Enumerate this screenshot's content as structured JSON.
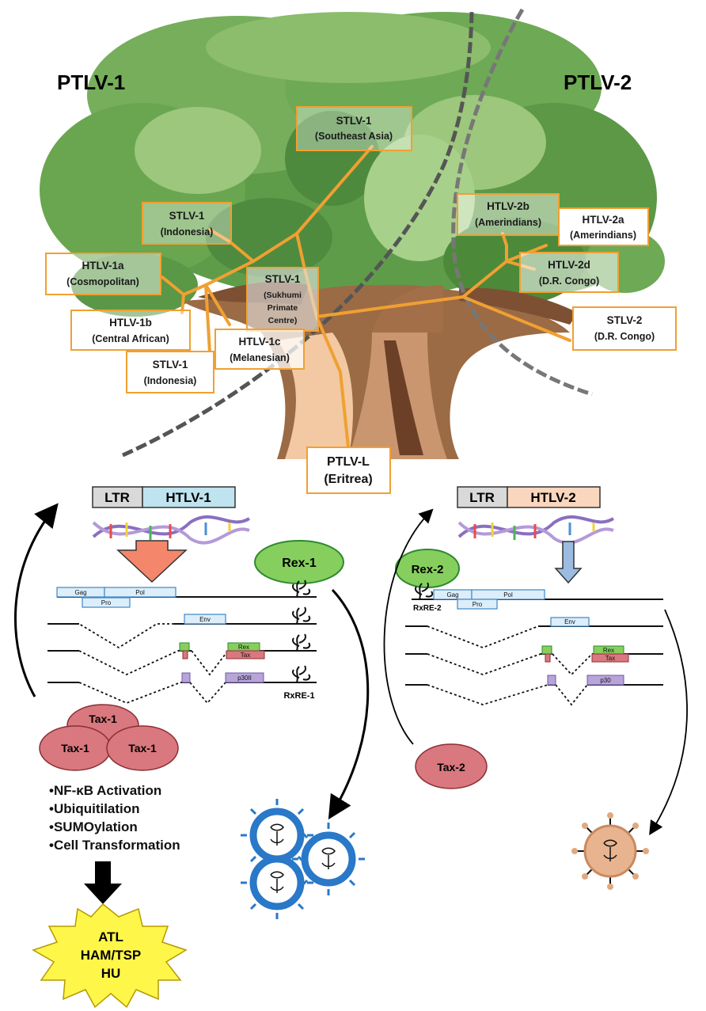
{
  "titles": {
    "left": "PTLV-1",
    "right": "PTLV-2"
  },
  "tree_labels": {
    "stlv1_sea": {
      "line1": "STLV-1",
      "line2": "(Southeast Asia)"
    },
    "stlv1_indonesia_top": {
      "line1": "STLV-1",
      "line2": "(Indonesia)"
    },
    "htlv1a": {
      "line1": "HTLV-1a",
      "line2": "(Cosmopolitan)"
    },
    "stlv1_sukhumi": {
      "line1": "STLV-1",
      "line2": "(Sukhumi",
      "line3": "Primate",
      "line4": "Centre)"
    },
    "htlv1b": {
      "line1": "HTLV-1b",
      "line2": "(Central African)"
    },
    "htlv1c": {
      "line1": "HTLV-1c",
      "line2": "(Melanesian)"
    },
    "stlv1_indonesia_bottom": {
      "line1": "STLV-1",
      "line2": "(Indonesia)"
    },
    "htlv2b": {
      "line1": "HTLV-2b",
      "line2": "(Amerindians)"
    },
    "htlv2a": {
      "line1": "HTLV-2a",
      "line2": "(Amerindians)"
    },
    "htlv2d": {
      "line1": "HTLV-2d",
      "line2": "(D.R. Congo)"
    },
    "stlv2": {
      "line1": "STLV-2",
      "line2": "(D.R. Congo)"
    },
    "ptlvl": {
      "line1": "PTLV-L",
      "line2": "(Eritrea)"
    }
  },
  "htlv1_panel": {
    "ltr": "LTR",
    "genome": "HTLV-1",
    "rex": "Rex-1",
    "genes": {
      "gag": "Gag",
      "pol": "Pol",
      "pro": "Pro",
      "env": "Env",
      "rex": "Rex",
      "tax": "Tax",
      "p30": "p30II"
    },
    "rxre": "RxRE-1",
    "tax_labels": {
      "top": "Tax-1",
      "left": "Tax-1",
      "right": "Tax-1"
    },
    "functions": [
      "•NF-κB Activation",
      "•Ubiquitilation",
      "•SUMOylation",
      "•Cell Transformation"
    ],
    "diseases": [
      "ATL",
      "HAM/TSP",
      "HU"
    ]
  },
  "htlv2_panel": {
    "ltr": "LTR",
    "genome": "HTLV-2",
    "rex": "Rex-2",
    "genes": {
      "gag": "Gag",
      "pol": "Pol",
      "pro": "Pro",
      "env": "Env",
      "rex": "Rex",
      "tax": "Tax",
      "p30": "p30"
    },
    "rxre": "RxRE-2",
    "tax": "Tax-2"
  },
  "colors": {
    "branch": "#f0a032",
    "label_border": "#f0a032",
    "ltr_fill": "#d9d9d9",
    "htlv1_fill": "#bfe3ef",
    "htlv2_fill": "#f9d6bd",
    "rex_fill": "#86cf5e",
    "tax_fill": "#d9787e",
    "arrow_htlv1": "#f4876b",
    "arrow_htlv2": "#9bbbe0",
    "gene_box_fill": "#dceefa",
    "gene_box_stroke": "#3e86c8",
    "virion_htlv1": "#2a78c8",
    "virion_htlv2": "#d9a07a",
    "starburst_fill": "#fff64a"
  }
}
